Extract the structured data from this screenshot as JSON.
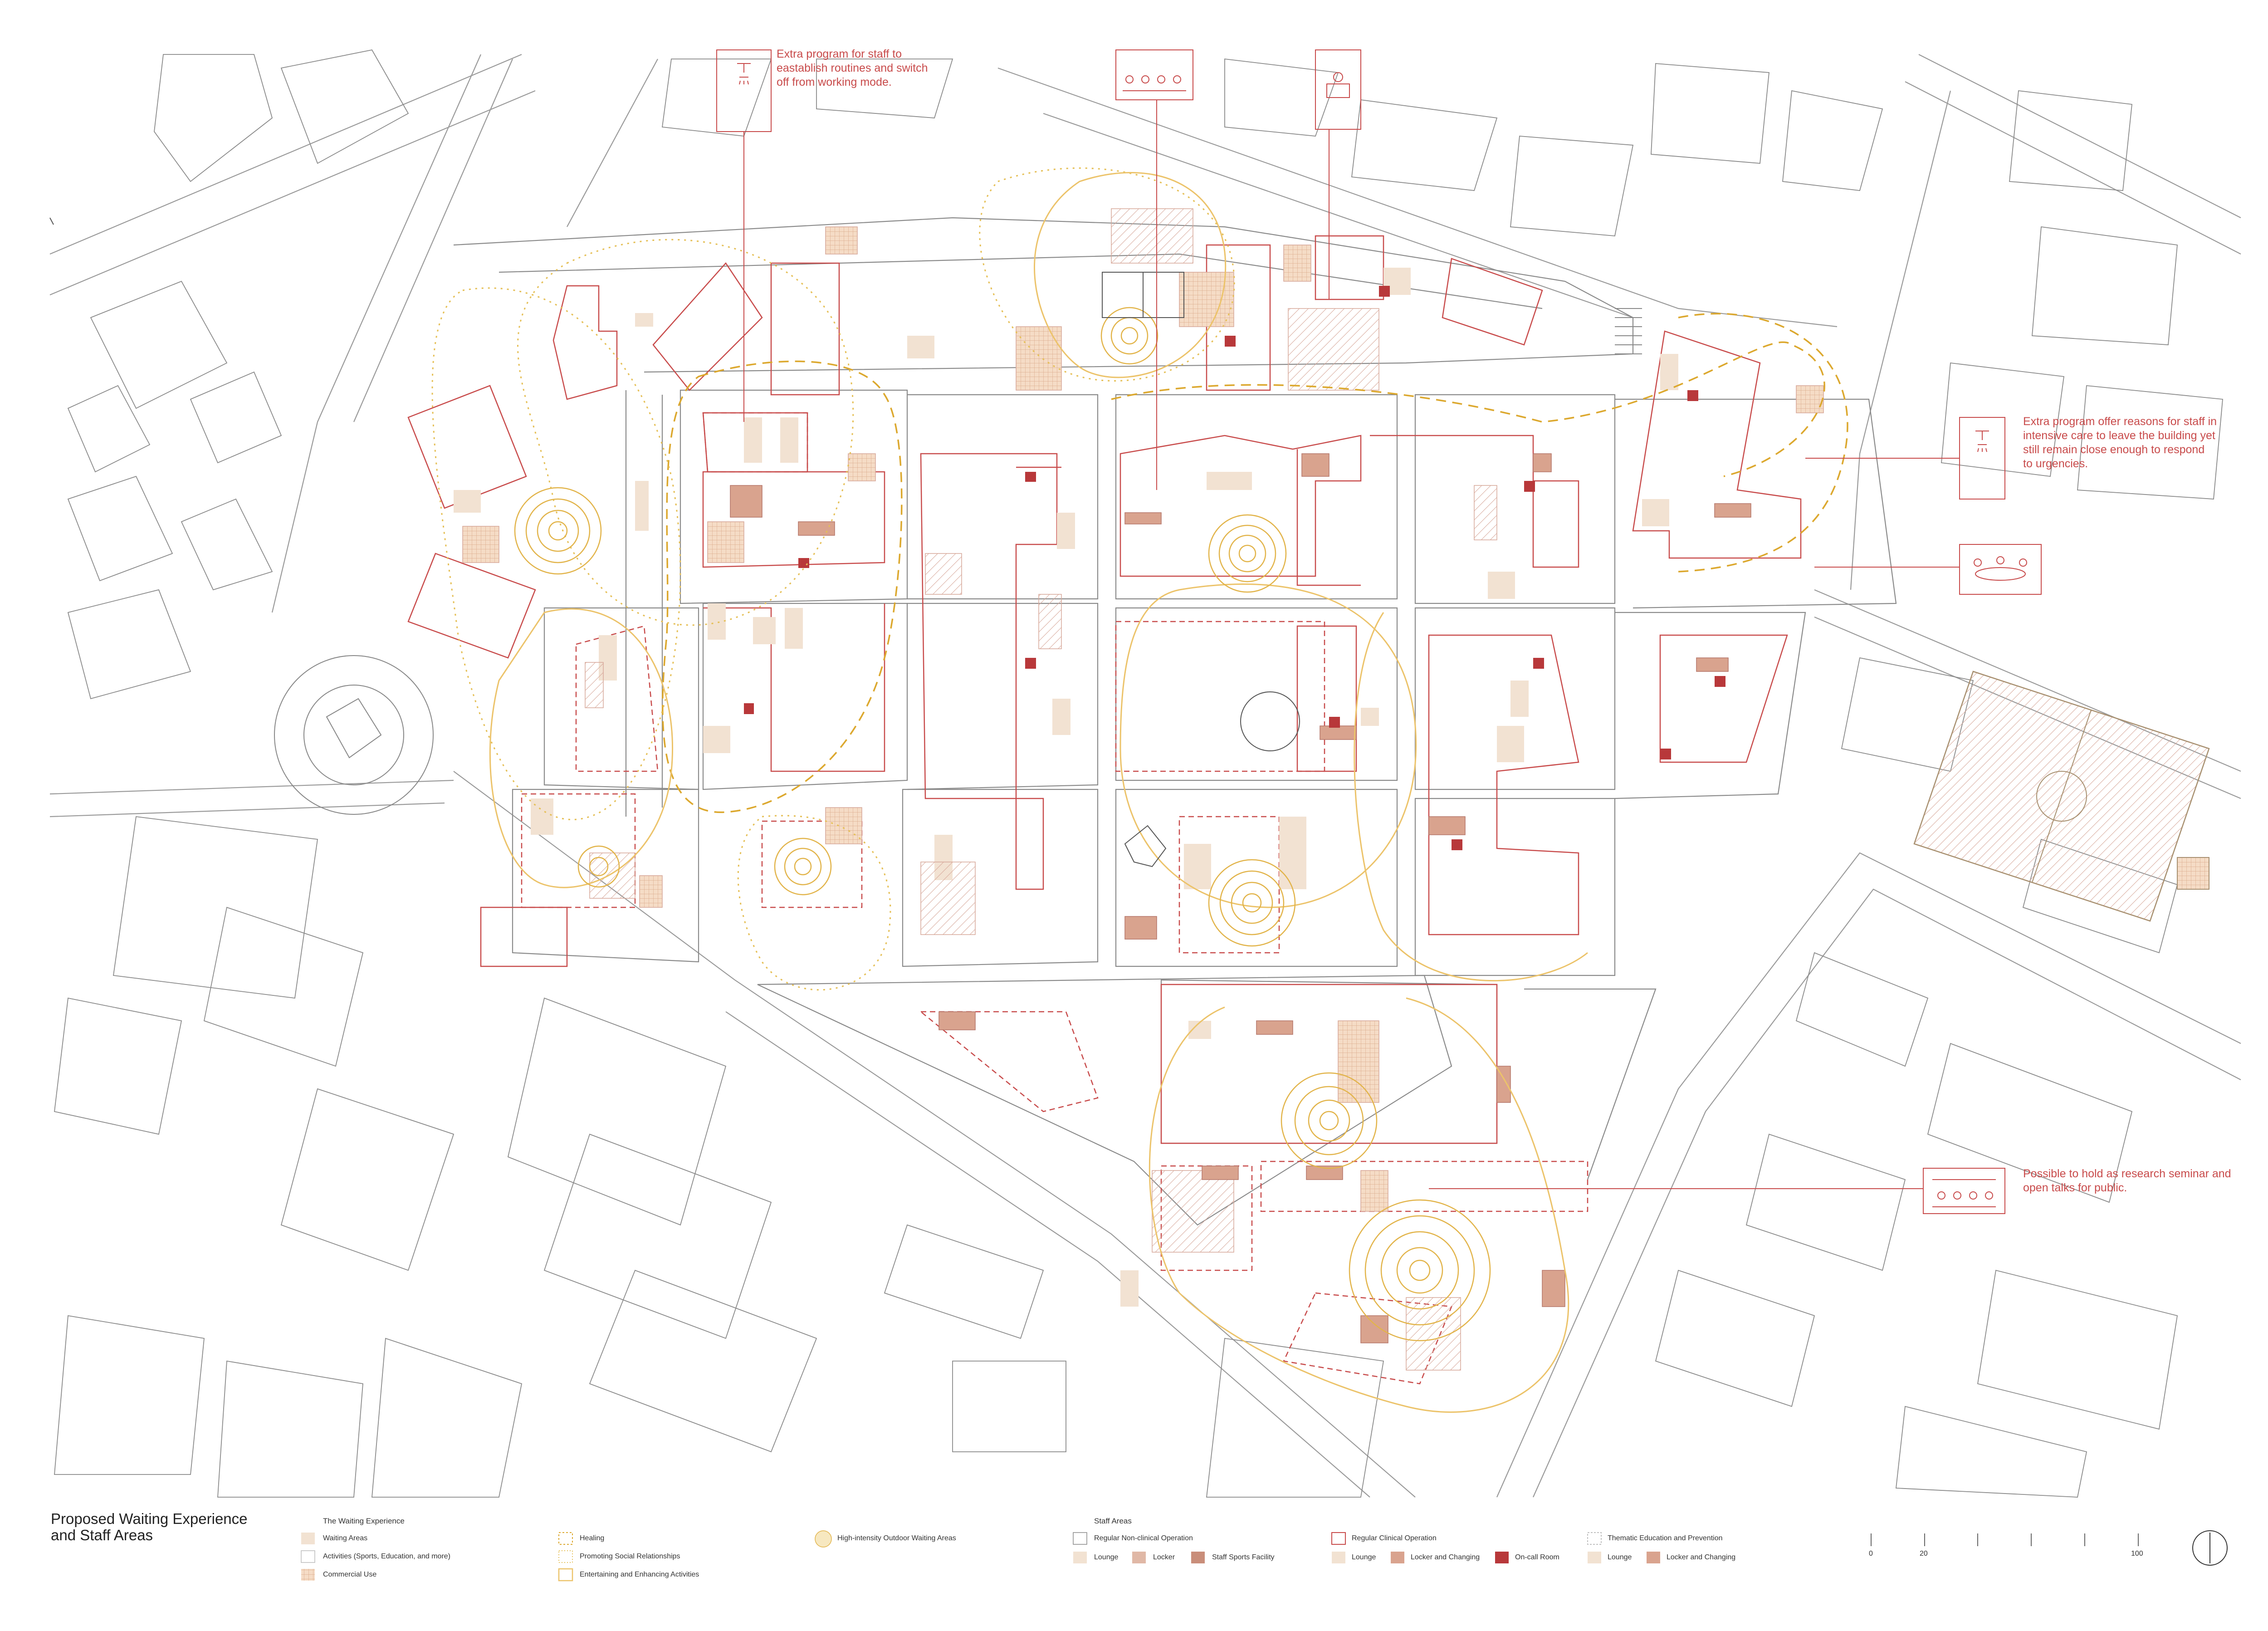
{
  "title": "Proposed Waiting Experience\nand Staff Areas",
  "annotations": {
    "staff_routines": "Extra program for staff to\neastablish routines and switch\noff from working mode.",
    "intensive_care": "Extra program offer reasons for staff in\nintensive care to leave the building yet\nstill remain close enough to respond\nto urgencies.",
    "research_seminar": "Possible to hold as research seminar and\nopen talks for public."
  },
  "legend": {
    "waiting_experience": {
      "heading": "The Waiting Experience",
      "waiting_areas": "Waiting Areas",
      "activities": "Activities (Sports, Education, and more)",
      "commercial": "Commercial Use",
      "healing": "Healing",
      "social": "Promoting Social Relationships",
      "entertaining": "Entertaining and Enhancing Activities",
      "high_intensity": "High-intensity Outdoor Waiting Areas"
    },
    "staff_areas": {
      "heading": "Staff Areas",
      "non_clinical": "Regular Non-clinical Operation",
      "nc_lounge": "Lounge",
      "nc_locker": "Locker",
      "nc_sports": "Staff Sports Facility",
      "clinical": "Regular Clinical Operation",
      "c_lounge": "Lounge",
      "c_locker": "Locker and Changing",
      "c_oncall": "On-call Room",
      "thematic": "Thematic Education and Prevention",
      "t_lounge": "Lounge",
      "t_locker": "Locker and Changing"
    }
  },
  "scale": {
    "zero": "0",
    "twenty": "20",
    "hundred": "100"
  },
  "colors": {
    "clinical_red": "#c84b4b",
    "waiting_beige": "#f2e2d2",
    "healing_yellow": "#e8c04a",
    "oncall": "#b8383a",
    "locker": "#d9a38e"
  },
  "icons": [
    "shower-icon",
    "seminar-icon",
    "reading-icon",
    "dining-icon",
    "north-arrow-icon"
  ]
}
